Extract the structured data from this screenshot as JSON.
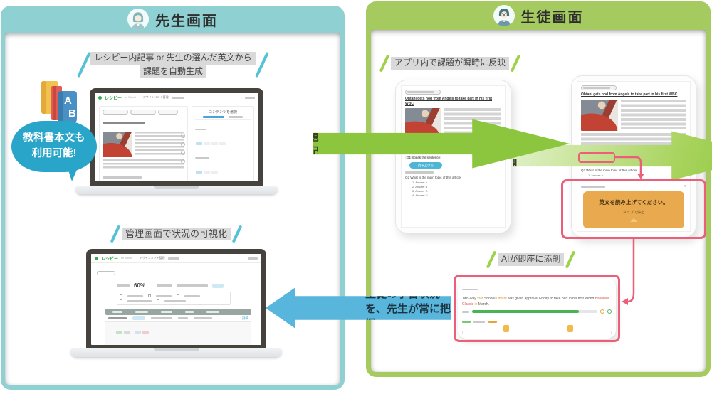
{
  "page": {
    "teacher_title": "先生画面",
    "student_title": "生徒画面"
  },
  "teacher": {
    "caption_generate_line1": "レシピー内記事 or 先生の選んだ英文から",
    "caption_generate_line2": "課題を自動生成",
    "bubble_line1": "教科書本文も",
    "bubble_line2": "利用可能!",
    "caption_admin": "管理画面で状況の可視化"
  },
  "student": {
    "caption_reflect": "アプリ内で課題が瞬時に反映",
    "caption_ai": "AIが即座に添削"
  },
  "arrows": {
    "distribute": "課題配信",
    "start": "学習開始",
    "monitor": "生徒の学習状況を、先生が常に把握"
  },
  "app": {
    "logo": "レシピー",
    "logo_suffix": "for School",
    "nav_assignment": "アサインメント管理",
    "content_panel_title": "コンテンツを選択",
    "stars": "★★★★★",
    "answer_rate": "60%",
    "detail_link": "詳細"
  },
  "assignment": {
    "headline": "Ohtani gets nod from Angels to take part in his first WBC",
    "q1": "Q1  Speak the sentence",
    "read_button": "読み上げる",
    "q2": "Q2  What is the main topic of this article",
    "answers": [
      "1. Answer A",
      "2. Answer B",
      "3. Answer C",
      "4. Answer D"
    ]
  },
  "speaking_dialog": {
    "message": "英文を読み上げてください。",
    "sub": "タップで停止"
  },
  "correction": {
    "seg1": "Two-way ",
    "seg2": "star",
    "seg3": " Shohei ",
    "seg4": "Ohtani",
    "seg5": " was given approval Friday to take part in his first World ",
    "seg6": "Baseball Classic",
    "seg7": " in ",
    "seg8": "March."
  },
  "colors": {
    "teacher_accent": "#8fd0d2",
    "student_accent": "#a5cb60",
    "arrow_green": "#8cc63e",
    "arrow_blue": "#58b6dd",
    "bubble_teal": "#28a5c9",
    "highlight_red": "#ec5f78",
    "dialog_orange": "#e9a94e"
  }
}
